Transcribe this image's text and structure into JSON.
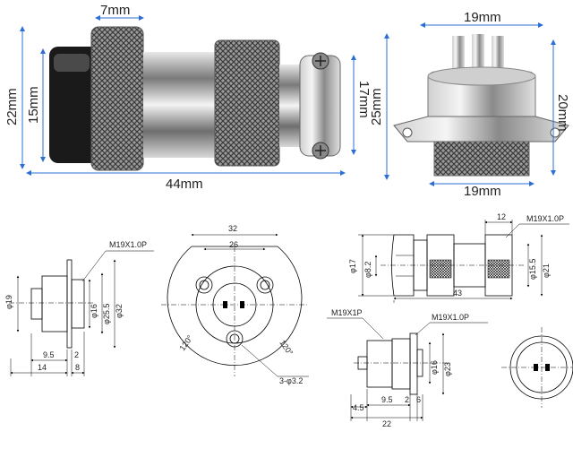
{
  "photo_dims": {
    "plug_knurl_width": "7mm",
    "plug_length": "44mm",
    "plug_outer_dia": "22mm",
    "plug_inner_dia": "15mm",
    "plug_clamp_height": "17mm",
    "socket_width_top": "19mm",
    "socket_width_bottom": "19mm",
    "socket_flange_height": "25mm",
    "socket_body_height": "20mm"
  },
  "drawing1": {
    "thread": "M19X1.0P",
    "d19": "φ19",
    "d16": "φ16",
    "d25_5": "φ25.5",
    "d32": "φ32",
    "len_9_5": "9.5",
    "len_2": "2",
    "len_14": "14",
    "len_8": "8"
  },
  "drawing2": {
    "w32": "32",
    "w26": "26",
    "ang_left": "120°",
    "ang_right": "120°",
    "holes": "3-φ3.2"
  },
  "drawing3": {
    "w12": "12",
    "thread": "M19X1.0P",
    "d17": "φ17",
    "d8_2": "φ8.2",
    "d15_5": "φ15.5",
    "d21": "φ21",
    "len_43": "43"
  },
  "drawing4": {
    "thread_left": "M19X1P",
    "thread_right": "M19X1.0P",
    "d16": "φ16",
    "d23": "φ23",
    "len_9_5": "9.5",
    "len_2": "2",
    "len_6": "6",
    "len_4_5": "4.5",
    "len_22": "22"
  }
}
